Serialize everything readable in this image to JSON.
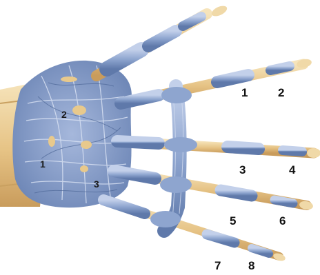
{
  "figure": {
    "palette": {
      "ligament": "#8fa6cf",
      "ligament_light": "#b7c6e3",
      "ligament_dark": "#5c77a8",
      "bone": "#e8c98c",
      "bone_light": "#f4e0b4",
      "bone_shadow": "#c9a060",
      "background": "#ffffff"
    },
    "finger_labels": [
      "1",
      "2",
      "3",
      "4",
      "5",
      "6",
      "7",
      "8"
    ],
    "carpal_labels": [
      "1",
      "2",
      "3"
    ]
  }
}
